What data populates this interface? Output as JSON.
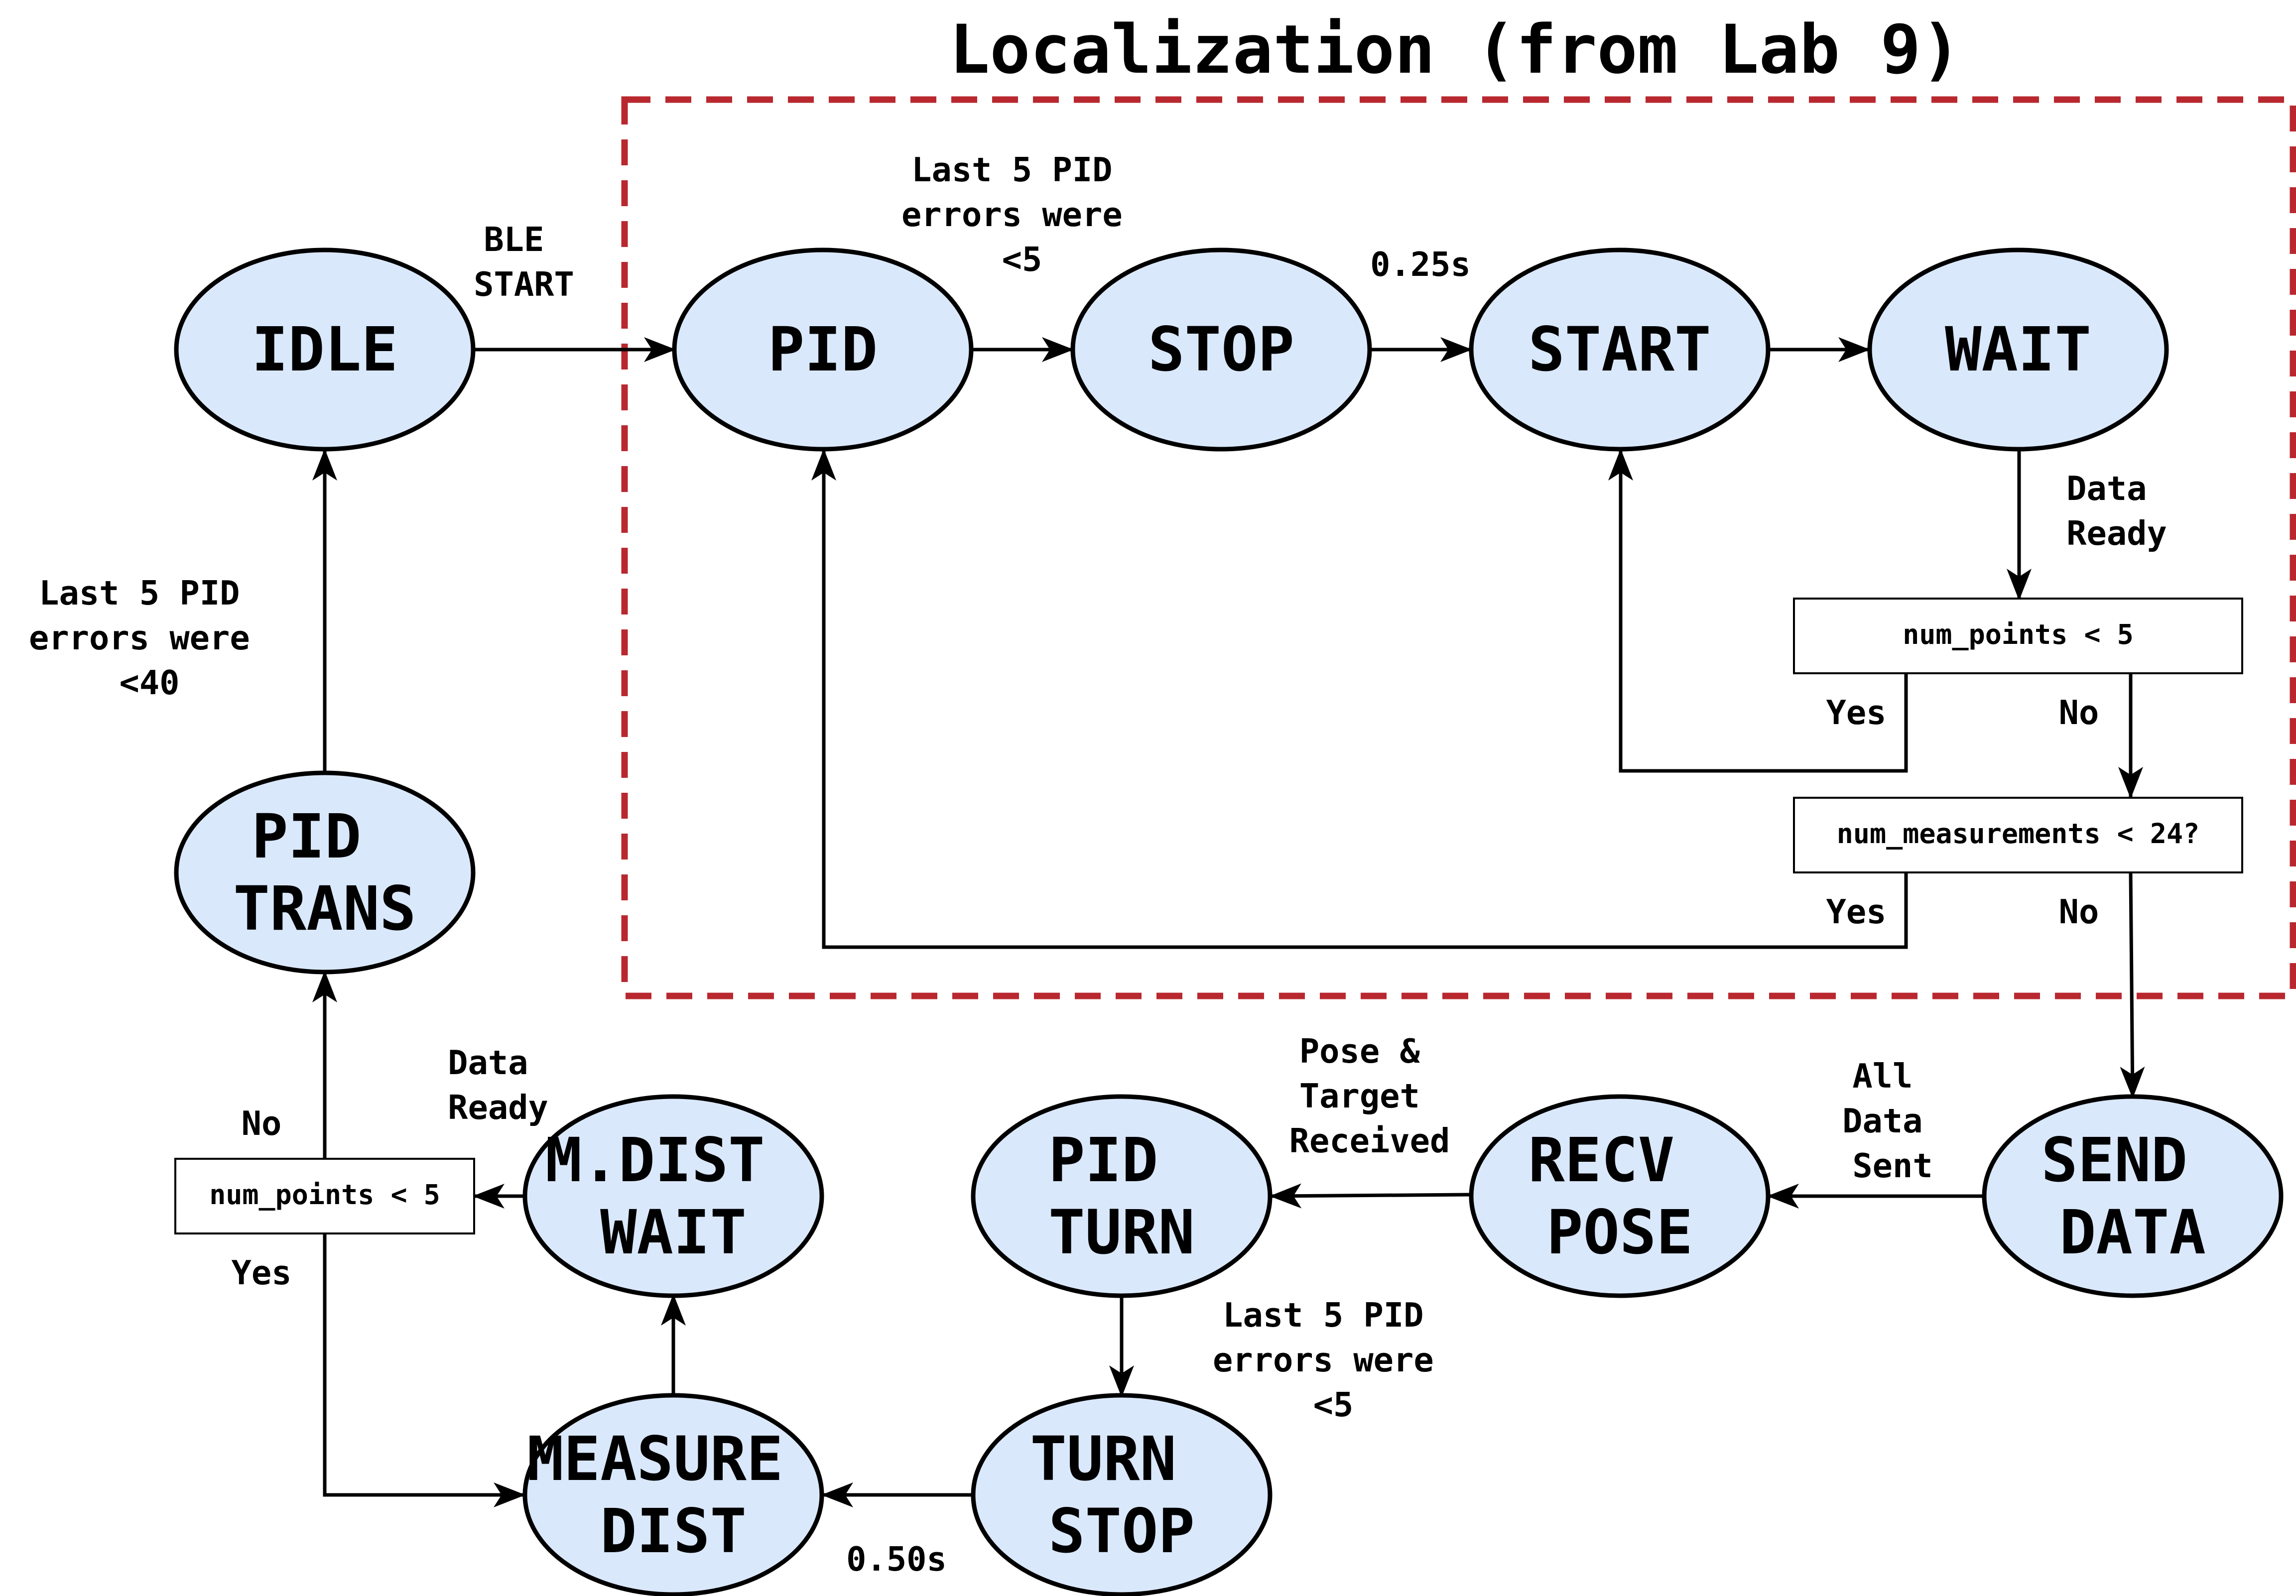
{
  "title": "Localization (from Lab 9)",
  "colors": {
    "state_fill": "#dae8fc",
    "region_border": "#b9282f",
    "stroke": "#000000"
  },
  "states": {
    "idle": [
      "IDLE"
    ],
    "pid": [
      "PID"
    ],
    "stop": [
      "STOP"
    ],
    "start": [
      "START"
    ],
    "wait": [
      "WAIT"
    ],
    "pid_trans": [
      "PID",
      "TRANS"
    ],
    "mdist_wait": [
      "M.DIST",
      "WAIT"
    ],
    "pid_turn": [
      "PID",
      "TURN"
    ],
    "recv_pose": [
      "RECV",
      "POSE"
    ],
    "send_data": [
      "SEND",
      "DATA"
    ],
    "measure_dist": [
      "MEASURE",
      "DIST"
    ],
    "turn_stop": [
      "TURN",
      "STOP"
    ]
  },
  "conditions": {
    "num_points_top": "num_points < 5",
    "num_measurements": "num_measurements < 24?",
    "num_points_left": "num_points < 5"
  },
  "edge_labels": {
    "ble_start": [
      "BLE",
      "START"
    ],
    "pid_errors_5_top": [
      "Last 5 PID",
      "errors were",
      "<5"
    ],
    "delay_025": [
      "0.25s"
    ],
    "data_ready_top": [
      "Data",
      "Ready"
    ],
    "yes_points_top": [
      "Yes"
    ],
    "no_points_top": [
      "No"
    ],
    "yes_measurements": [
      "Yes"
    ],
    "no_measurements": [
      "No"
    ],
    "pid_errors_40": [
      "Last 5 PID",
      "errors were",
      "<40"
    ],
    "all_data_sent": [
      "All",
      "Data",
      "Sent"
    ],
    "pose_target": [
      "Pose &",
      "Target",
      "Received"
    ],
    "data_ready_left": [
      "Data",
      "Ready"
    ],
    "no_left": [
      "No"
    ],
    "yes_left": [
      "Yes"
    ],
    "pid_errors_5_bottom": [
      "Last 5 PID",
      "errors were",
      "<5"
    ],
    "delay_050": [
      "0.50s"
    ]
  }
}
